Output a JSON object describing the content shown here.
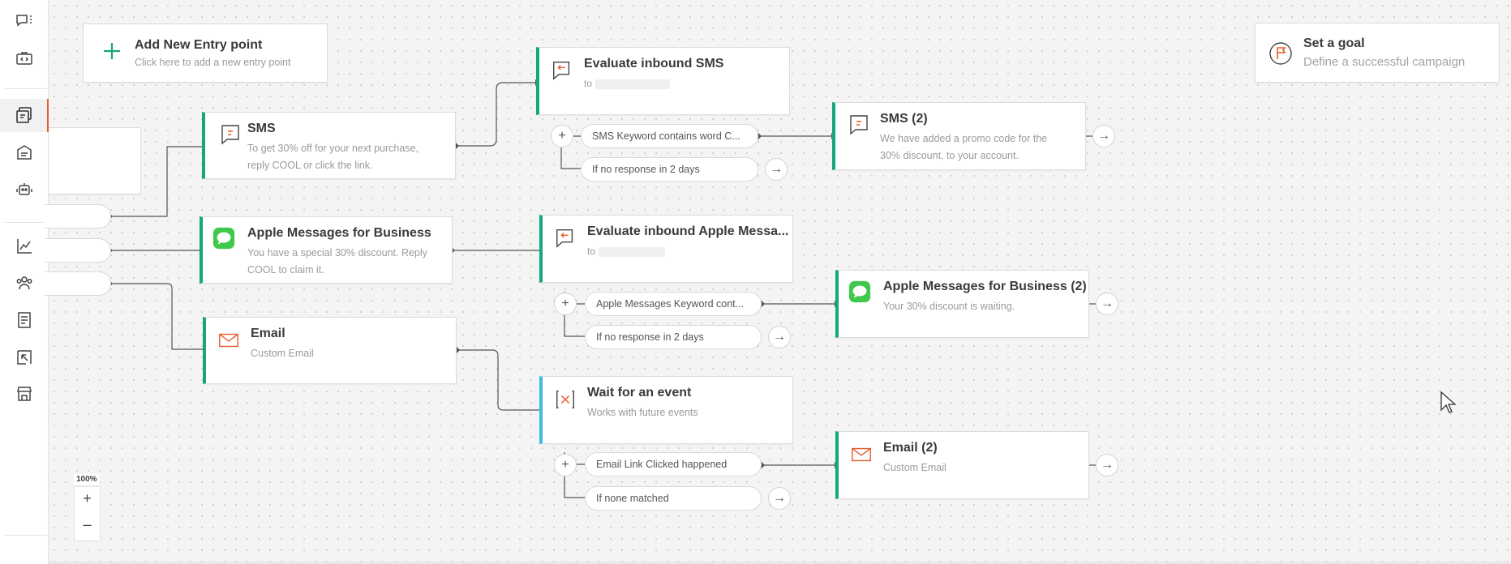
{
  "entry_add": {
    "title": "Add New Entry point",
    "subtitle": "Click here to add a new entry point"
  },
  "goal": {
    "title": "Set a goal",
    "subtitle": "Define a successful campaign"
  },
  "nodes": {
    "sms": {
      "title": "SMS",
      "line1": "To get 30% off for your next purchase,",
      "line2": "reply COOL or click the link."
    },
    "amb": {
      "title": "Apple Messages for Business",
      "line1": "You have a special 30% discount. Reply",
      "line2": "COOL to claim it."
    },
    "email": {
      "title": "Email",
      "line1": "Custom Email"
    },
    "eval_sms": {
      "title": "Evaluate inbound SMS",
      "to": "to"
    },
    "eval_amb": {
      "title": "Evaluate inbound Apple Messa...",
      "to": "to"
    },
    "wait": {
      "title": "Wait for an event",
      "line1": "Works with future events"
    },
    "sms2": {
      "title": "SMS (2)",
      "line1": "We have added a promo code for the",
      "line2": "30% discount, to your account."
    },
    "amb2": {
      "title": "Apple Messages for Business (2)",
      "line1": "Your 30% discount is waiting."
    },
    "email2": {
      "title": "Email (2)",
      "line1": "Custom Email"
    }
  },
  "branches": {
    "sms_keyword": "SMS Keyword contains word C...",
    "sms_noresp": "If no response in 2 days",
    "amb_keyword": "Apple Messages Keyword cont...",
    "amb_noresp": "If no response in 2 days",
    "email_clicked": "Email Link Clicked happened",
    "none_matched": "If none matched"
  },
  "zoom": {
    "level": "100%",
    "plus": "+",
    "minus": "–"
  },
  "colors": {
    "accent_green": "#17a67e",
    "accent_blue": "#3dbde0",
    "sidebar_active": "#e85b2a",
    "apple_green": "#3ec84c"
  }
}
